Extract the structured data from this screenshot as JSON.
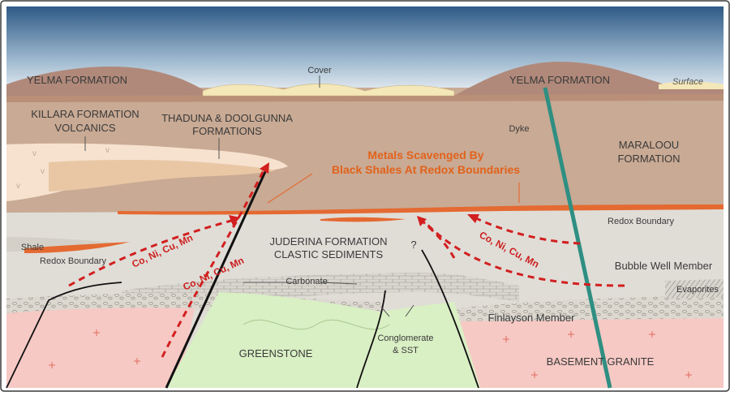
{
  "labels": {
    "yelma_left": "YELMA FORMATION",
    "yelma_right": "YELMA FORMATION",
    "cover": "Cover",
    "surface": "Surface",
    "killara_1": "KILLARA FORMATION",
    "killara_2": "VOLCANICS",
    "thaduna_1": "THADUNA & DOOLGUNNA",
    "thaduna_2": "FORMATIONS",
    "dyke": "Dyke",
    "maraloou_1": "MARALOOU",
    "maraloou_2": "FORMATION",
    "scavenged_1": "Metals Scavenged By",
    "scavenged_2": "Black Shales At Redox Boundaries",
    "redox_boundary_right": "Redox Boundary",
    "shale": "Shale",
    "redox_boundary_left": "Redox Boundary",
    "juderina_1": "JUDERINA FORMATION",
    "juderina_2": "CLASTIC SEDIMENTS",
    "question": "?",
    "bubble_well": "Bubble Well Member",
    "evaporites": "Evaporites",
    "carbonate": "Carbonate",
    "finlayson": "Finlayson Member",
    "greenstone": "GREENSTONE",
    "conglomerate_1": "Conglomerate",
    "conglomerate_2": "& SST",
    "basement": "BASEMENT GRANITE",
    "metals_left_1": "Co, Ni, Cu, Mn",
    "metals_left_2": "Co, Ni, Cu, Mn",
    "metals_right": "Co, Ni, Cu, Mn"
  },
  "colors": {
    "sky_top": "#2e5a86",
    "sky_bottom": "#ffffff",
    "yelma": "#b0897a",
    "cover": "#f4e7b8",
    "maraloou": "#c9aa94",
    "killara": "#f6e2cf",
    "thaduna": "#e9c7a5",
    "juderina": "#e0ddd7",
    "greenstone": "#d9efc4",
    "granite": "#f6c9c4",
    "redox": "#e46a32",
    "arrow": "#d21f1f",
    "dyke": "#2e8f82"
  }
}
